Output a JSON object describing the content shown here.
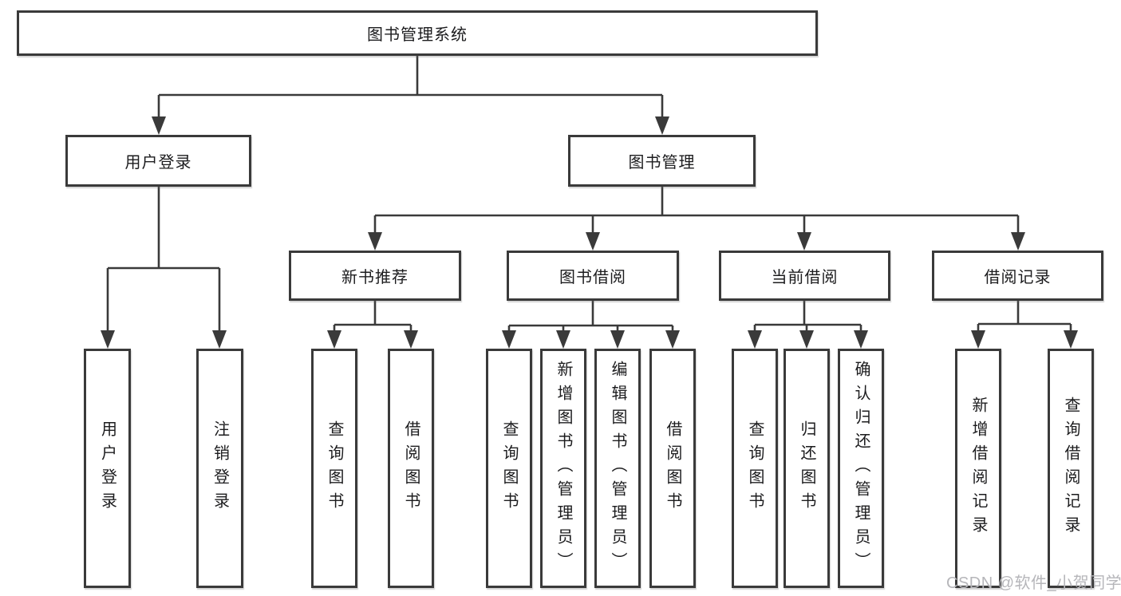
{
  "colors": {
    "line": "#3a3a3a",
    "box_border": "#3a3a3a",
    "text": "#1c1c1e",
    "watermark": "#b6b6ba",
    "background": "#ffffff"
  },
  "diagram": {
    "type": "tree-diagram",
    "root": {
      "label": "图书管理系统"
    },
    "level2": [
      {
        "label": "用户登录"
      },
      {
        "label": "图书管理"
      }
    ],
    "level3": [
      {
        "label": "新书推荐",
        "parent": "图书管理"
      },
      {
        "label": "图书借阅",
        "parent": "图书管理"
      },
      {
        "label": "当前借阅",
        "parent": "图书管理"
      },
      {
        "label": "借阅记录",
        "parent": "图书管理"
      }
    ],
    "leaves": [
      {
        "label": "用户登录",
        "parent": "用户登录"
      },
      {
        "label": "注销登录",
        "parent": "用户登录"
      },
      {
        "label": "查询图书",
        "parent": "新书推荐"
      },
      {
        "label": "借阅图书",
        "parent": "新书推荐"
      },
      {
        "label": "查询图书",
        "parent": "图书借阅"
      },
      {
        "label": "新增图书（管理员）",
        "parent": "图书借阅"
      },
      {
        "label": "编辑图书（管理员）",
        "parent": "图书借阅"
      },
      {
        "label": "借阅图书",
        "parent": "图书借阅"
      },
      {
        "label": "查询图书",
        "parent": "当前借阅"
      },
      {
        "label": "归还图书",
        "parent": "当前借阅"
      },
      {
        "label": "确认归还（管理员）",
        "parent": "当前借阅"
      },
      {
        "label": "新增借阅记录",
        "parent": "借阅记录"
      },
      {
        "label": "查询借阅记录",
        "parent": "借阅记录"
      }
    ],
    "watermark": "CSDN @软件_小贺同学"
  }
}
